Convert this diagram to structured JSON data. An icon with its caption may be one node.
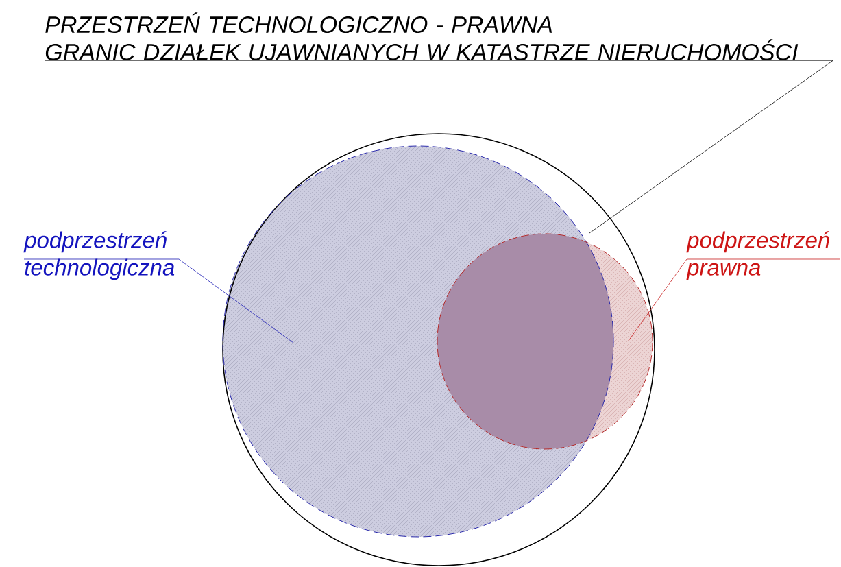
{
  "diagram": {
    "nodes": [
      {
        "text": [
          "PRZESTRZEŃ TECHNOLOGICZNO - PRAWNA",
          "GRANIC DZIAŁEK UJAWNIANYCH W KATASTRZE NIERUCHOMOŚCI"
        ]
      },
      {
        "text": [],
        "shape": "circle"
      },
      {
        "text": [],
        "shape": "circle",
        "in": 1
      },
      {
        "text": [],
        "shape": "circle",
        "in": 1
      },
      {
        "text": [
          "podprzestrzeń technologiczna"
        ]
      },
      {
        "text": [
          "podprzestrzeń prawna"
        ]
      }
    ],
    "edges": [
      {
        "from": 0,
        "to": 1,
        "arrow": "none",
        "color": "#000000"
      },
      {
        "from": 4,
        "to": 2,
        "arrow": "none",
        "color": "#1a1ab4"
      },
      {
        "from": 5,
        "to": 3,
        "arrow": "none",
        "color": "#c81e1e"
      }
    ]
  }
}
